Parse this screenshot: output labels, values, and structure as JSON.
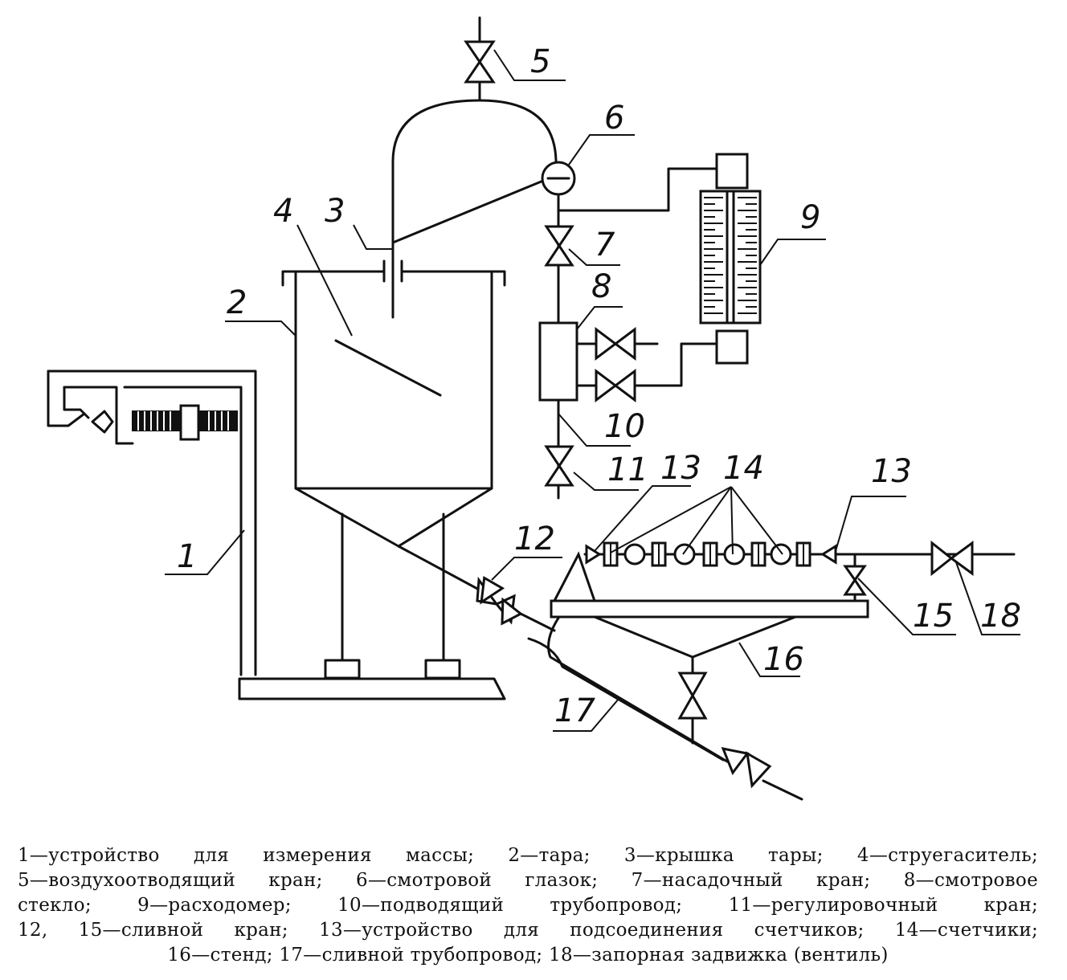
{
  "labels": {
    "l1": "1",
    "l2": "2",
    "l3": "3",
    "l4": "4",
    "l5": "5",
    "l6": "6",
    "l7": "7",
    "l8": "8",
    "l9": "9",
    "l10": "10",
    "l11": "11",
    "l12": "12",
    "l13a": "13",
    "l13b": "13",
    "l14": "14",
    "l15": "15",
    "l16": "16",
    "l17": "17",
    "l18": "18"
  },
  "legend": {
    "lines": [
      "1—устройство для измерения массы; 2—тара; 3—крышка тары; 4—струегаситель;",
      "5—воздухоотводящий кран; 6—смотровой глазок; 7—насадочный кран; 8—смотровое",
      "стекло; 9—расходомер; 10—подводящий трубопровод; 11—регулировочный кран;",
      "12, 15—сливной кран; 13—устройство для подсоединения счетчиков; 14—счетчики;",
      "16—стенд; 17—сливной трубопровод; 18—запорная задвижка (вентиль)"
    ]
  }
}
